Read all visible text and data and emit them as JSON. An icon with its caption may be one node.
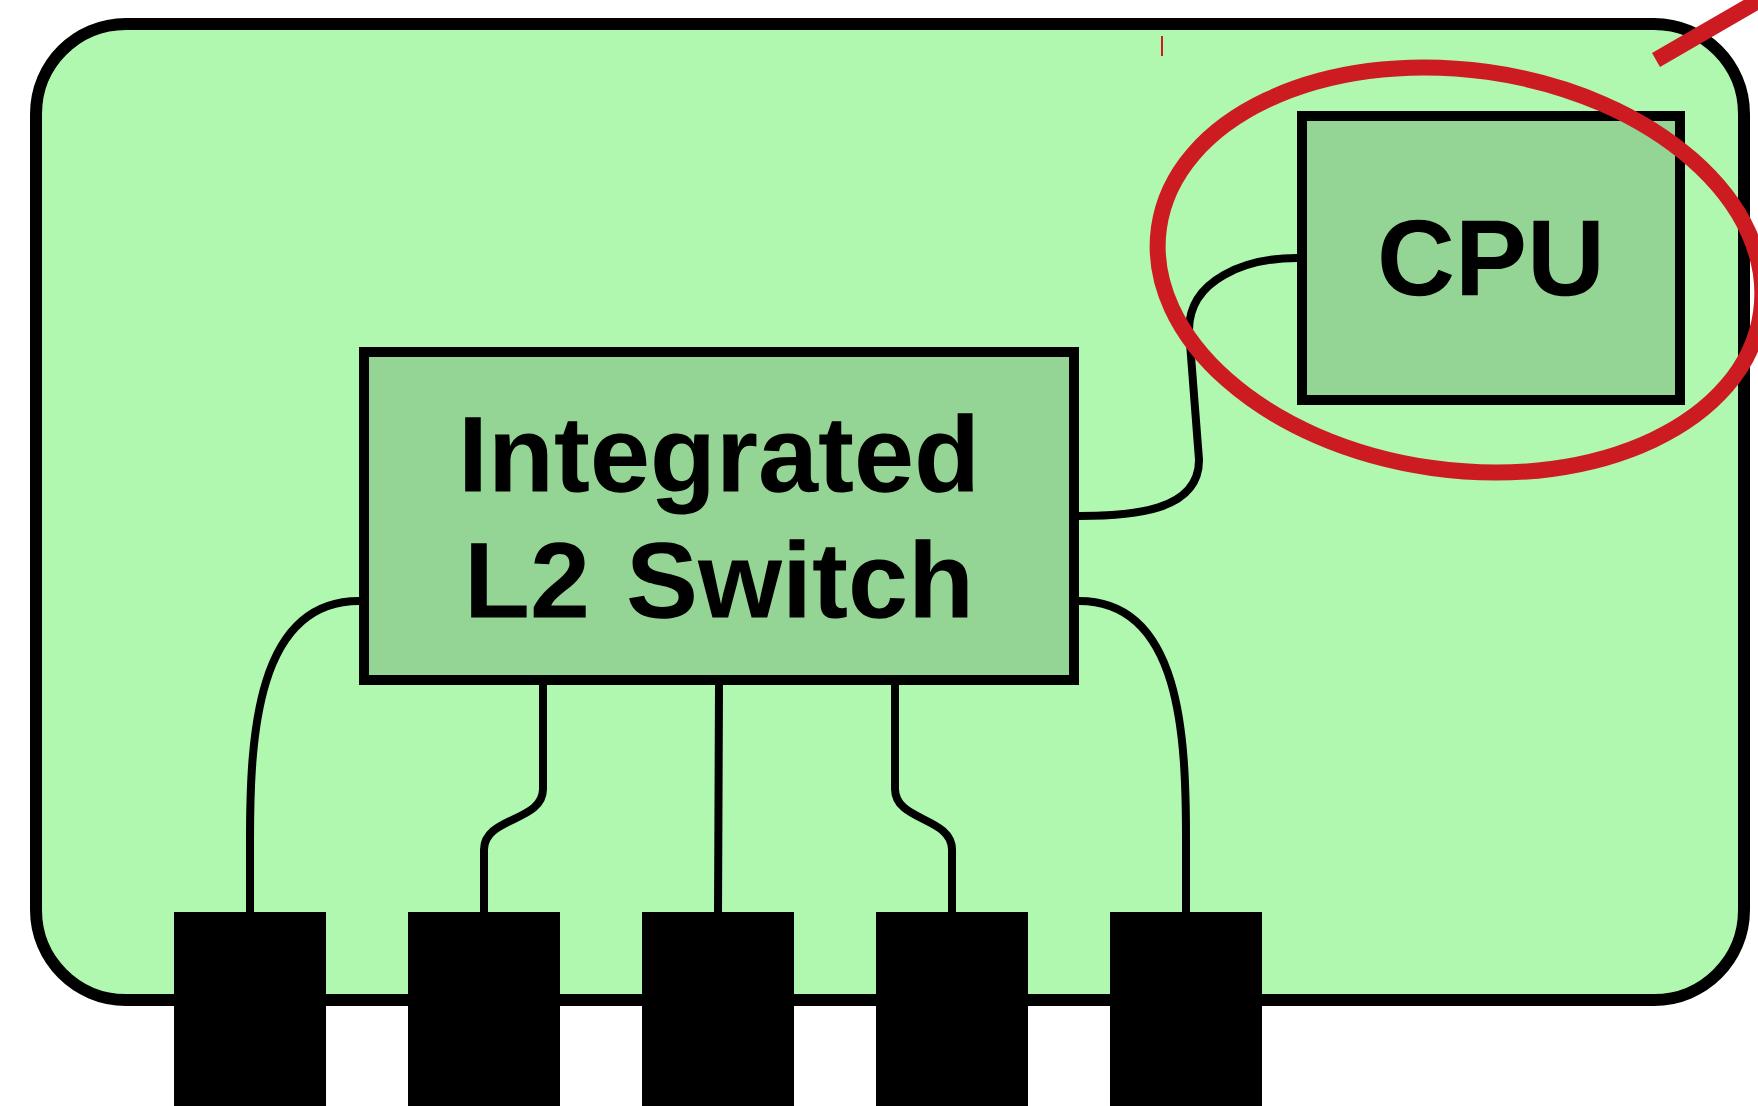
{
  "diagram": {
    "nodes": [
      {
        "text": [],
        "shape": "box"
      },
      {
        "text": [
          "Integrated L2 Switch"
        ],
        "in": 0
      },
      {
        "text": [
          "CPU"
        ],
        "in": 0
      },
      {
        "text": [],
        "shape": "bar"
      },
      {
        "text": [],
        "shape": "bar"
      },
      {
        "text": [],
        "shape": "bar"
      },
      {
        "text": [],
        "shape": "bar"
      },
      {
        "text": [],
        "shape": "bar"
      }
    ],
    "edges": [
      {
        "from": 1,
        "to": 2,
        "arrow": "none"
      },
      {
        "from": 1,
        "to": 3,
        "arrow": "none"
      },
      {
        "from": 1,
        "to": 4,
        "arrow": "none"
      },
      {
        "from": 1,
        "to": 5,
        "arrow": "none"
      },
      {
        "from": 1,
        "to": 6,
        "arrow": "none"
      },
      {
        "from": 1,
        "to": 7,
        "arrow": "none"
      }
    ]
  }
}
